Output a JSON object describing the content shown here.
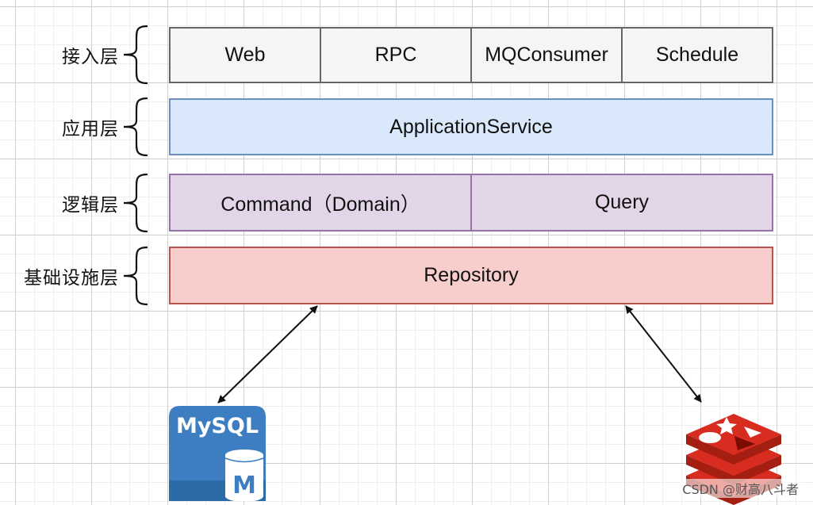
{
  "layers": {
    "access": {
      "label": "接入层",
      "cells": [
        "Web",
        "RPC",
        "MQConsumer",
        "Schedule"
      ],
      "fill": "#f5f5f5",
      "stroke": "#666666"
    },
    "application": {
      "label": "应用层",
      "cells": [
        "ApplicationService"
      ],
      "fill": "#dae8fc",
      "stroke": "#6c8ebf"
    },
    "logic": {
      "label": "逻辑层",
      "cells": [
        "Command（Domain）",
        "Query"
      ],
      "fill": "#e1d5e7",
      "stroke": "#9673a6"
    },
    "infrastructure": {
      "label": "基础设施层",
      "cells": [
        "Repository"
      ],
      "fill": "#f8cecc",
      "stroke": "#b85450"
    }
  },
  "storage": {
    "mysql": {
      "logo_text": "MySQL",
      "badge": "M",
      "icon": "mysql-database-icon",
      "color": "#3c7ec1"
    },
    "redis": {
      "icon": "redis-stack-icon",
      "color": "#c6302b"
    }
  },
  "connections": [
    {
      "from": "Repository",
      "to": "MySQL",
      "type": "bidirectional-arrow"
    },
    {
      "from": "Repository",
      "to": "Redis",
      "type": "bidirectional-arrow"
    }
  ],
  "watermark": "CSDN @财高八斗者"
}
